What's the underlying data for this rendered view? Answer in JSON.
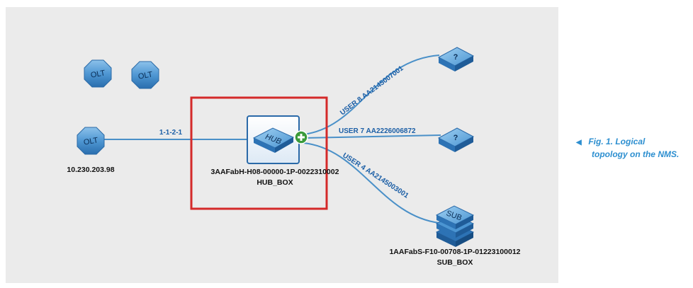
{
  "nodes": {
    "olt_top_left": {
      "label": "OLT"
    },
    "olt_top_right": {
      "label": "OLT"
    },
    "olt_main": {
      "label": "OLT",
      "ip": "10.230.203.98"
    },
    "hub": {
      "label": "HUB",
      "serial": "3AAFabH-H08-00000-1P-0022310002",
      "name": "HUB_BOX"
    },
    "unknown_1": {
      "label": "?"
    },
    "unknown_2": {
      "label": "?"
    },
    "sub": {
      "label": "SUB",
      "serial": "1AAFabS-F10-00708-1P-01223100012",
      "name": "SUB_BOX"
    }
  },
  "links": {
    "olt_to_hub": "1-1-2-1",
    "user8": "USER 8 AA2145007001",
    "user7": "USER 7 AA2226006872",
    "user4": "USER 4 AA2145003001"
  },
  "caption": {
    "line1": "Fig. 1. Logical",
    "line2": "topology on the NMS."
  },
  "colors": {
    "background": "#ebebeb",
    "link": "#4a90c8",
    "highlight_box": "#d42a2a",
    "node_blue": "#3b86c8",
    "add_badge": "#3a9a3a",
    "caption": "#2d8fd0"
  },
  "icons": {
    "olt": "octagon-olt-icon",
    "hub": "hub-box-icon",
    "unknown": "question-box-icon",
    "sub": "stacked-sub-icon",
    "add": "plus-circle-icon",
    "caption_arrow": "triangle-left-icon"
  }
}
